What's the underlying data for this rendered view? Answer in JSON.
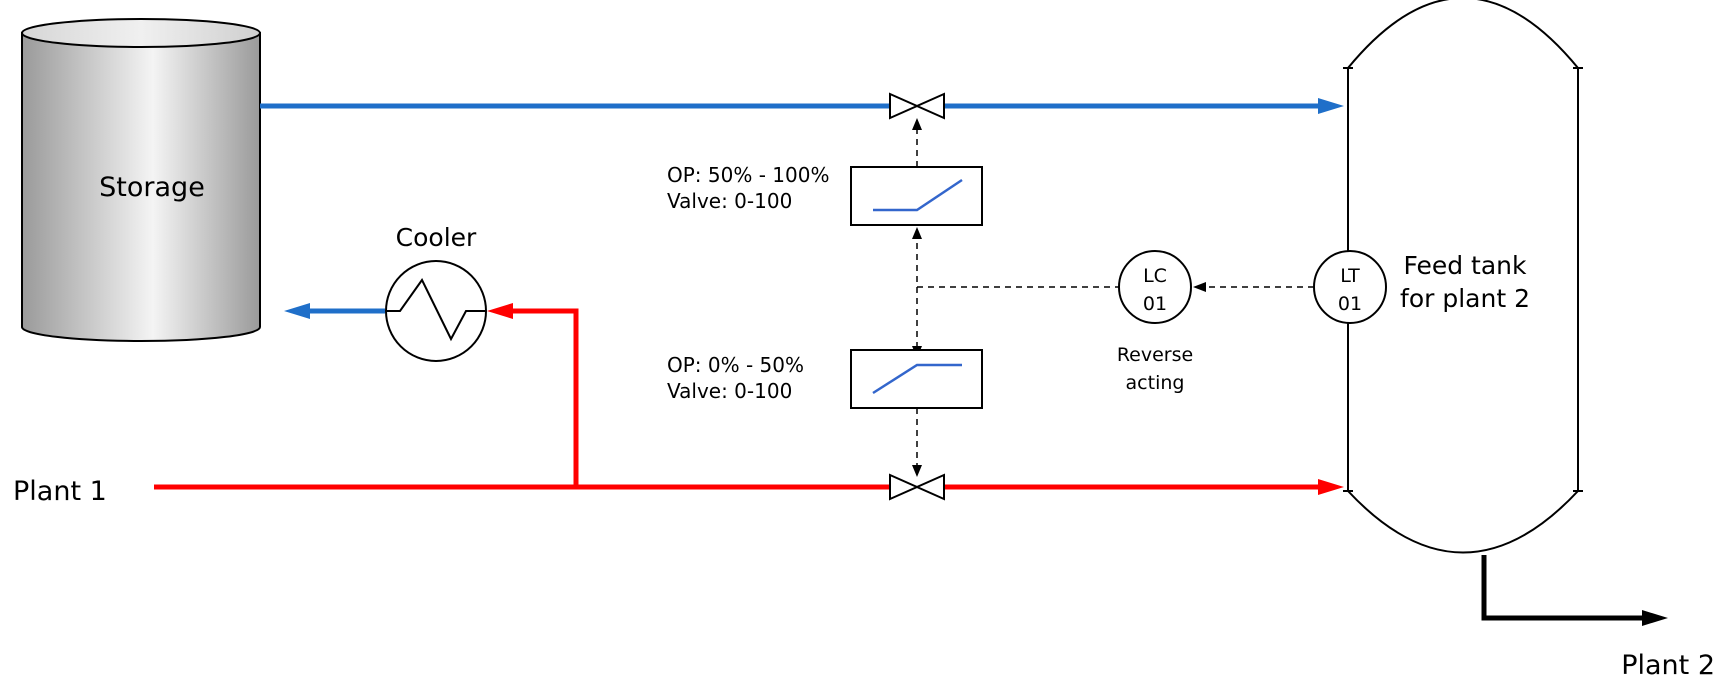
{
  "labels": {
    "storage": "Storage",
    "cooler": "Cooler",
    "plant1": "Plant 1",
    "plant2": "Plant 2",
    "feed_tank_line1": "Feed tank",
    "feed_tank_line2": "for plant 2",
    "split_upper_op": "OP: 50% - 100%",
    "split_upper_valve": "Valve: 0-100",
    "split_lower_op": "OP: 0% - 50%",
    "split_lower_valve": "Valve: 0-100",
    "reverse_line1": "Reverse",
    "reverse_line2": "acting"
  },
  "instruments": {
    "lc": {
      "tag": "LC",
      "number": "01"
    },
    "lt": {
      "tag": "LT",
      "number": "01"
    }
  },
  "colors": {
    "cold_stream": "#1f6fc9",
    "hot_stream": "#ff0000",
    "signal_line": "#000000",
    "characteristic_curve": "#3366cc",
    "outlet_line": "#000000"
  }
}
